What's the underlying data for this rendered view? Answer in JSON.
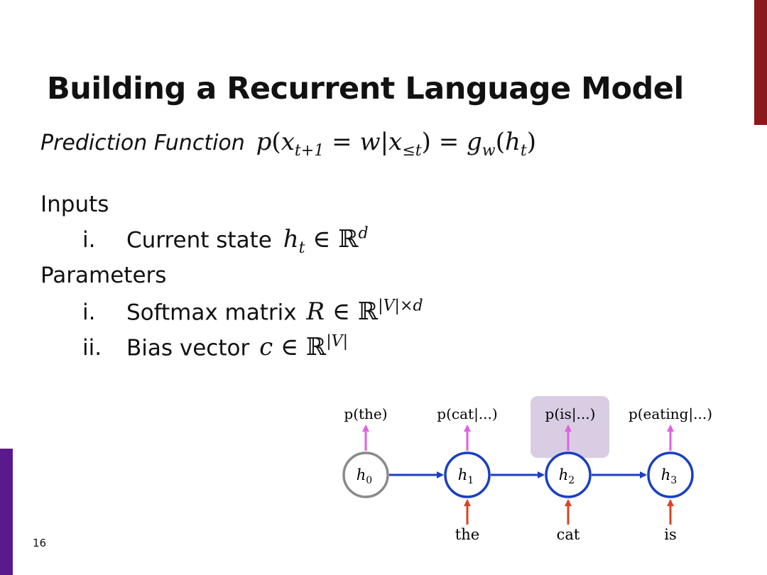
{
  "slide": {
    "title": "Building a Recurrent Language Model",
    "page_number": "16"
  },
  "prediction": {
    "label": "Prediction Function",
    "formula": {
      "p": "p",
      "x": "x",
      "sub1": "t+1",
      "eq": "=",
      "w": "w",
      "bar": "|",
      "sub2": "≤t",
      "g": "g",
      "gsub": "w",
      "h": "h",
      "hsub": "t"
    }
  },
  "sections": {
    "inputs": {
      "heading": "Inputs",
      "items": [
        {
          "num": "i.",
          "text": "Current state",
          "var": "h",
          "sub": "t",
          "sym": "∈",
          "set": "ℝ",
          "sup": "d"
        }
      ]
    },
    "parameters": {
      "heading": "Parameters",
      "items": [
        {
          "num": "i.",
          "text": "Softmax matrix",
          "var": "R",
          "sym": "∈",
          "set": "ℝ",
          "sup": "|V|×d"
        },
        {
          "num": "ii.",
          "text": "Bias vector",
          "var": "c",
          "sym": "∈",
          "set": "ℝ",
          "sup": "|V|"
        }
      ]
    }
  },
  "diagram": {
    "outputs": [
      "p(the)",
      "p(cat|...)",
      "p(is|...)",
      "p(eating|...)"
    ],
    "states": [
      {
        "base": "h",
        "sub": "0"
      },
      {
        "base": "h",
        "sub": "1"
      },
      {
        "base": "h",
        "sub": "2"
      },
      {
        "base": "h",
        "sub": "3"
      }
    ],
    "inputs": [
      "the",
      "cat",
      "is"
    ],
    "highlighted_output": "p(is|...)",
    "colors": {
      "initial_node": "#8a8a8a",
      "node": "#1a3fc0",
      "recurrent_arrow": "#1a3fc0",
      "output_arrow": "#e060e0",
      "input_arrow": "#d94422",
      "highlight": "#d9cde4",
      "accent_right": "#8b1a1a",
      "accent_left": "#5b1a8c"
    }
  }
}
